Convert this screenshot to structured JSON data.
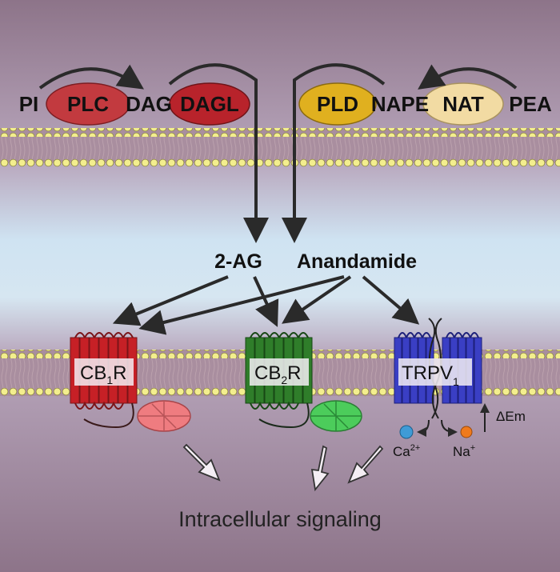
{
  "top_row": {
    "pi": "PI",
    "plc": "PLC",
    "dag": "DAG",
    "dagl": "DAGL",
    "pld": "PLD",
    "nape": "NAPE",
    "nat": "NAT",
    "pea": "PEA"
  },
  "ligands": {
    "two_ag": "2-AG",
    "anandamide": "Anandamide"
  },
  "receptors": {
    "cb1_main": "CB",
    "cb1_sub": "1",
    "cb1_r": "R",
    "cb2_main": "CB",
    "cb2_sub": "2",
    "cb2_r": "R",
    "trpv_main": "TRPV",
    "trpv_sub": "1"
  },
  "ions": {
    "ca": "Ca",
    "ca_sup": "2+",
    "na": "Na",
    "na_sup": "+",
    "delta_em": "ΔEm"
  },
  "bottom": {
    "signaling": "Intracellular signaling"
  },
  "colors": {
    "plc": "#c23a3f",
    "dagl": "#b8232b",
    "pld": "#e0b01f",
    "nat": "#f2dba3",
    "cb1": "#c62026",
    "cb2": "#2f7d2a",
    "trpv1": "#3a3fc4",
    "gprotein_red": "#ef7c80",
    "gprotein_green": "#4ccc5b",
    "calcium": "#3f9bd6",
    "sodium": "#f07a1c"
  }
}
